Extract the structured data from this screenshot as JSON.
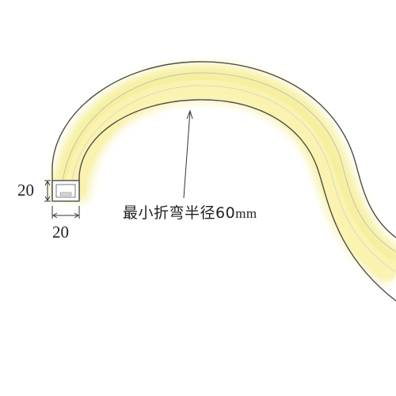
{
  "dimensions": {
    "height_label": "20",
    "width_label": "20"
  },
  "callout": {
    "text_main": "最小折弯半径",
    "text_value": "60",
    "text_unit": "mm"
  },
  "colors": {
    "strip_glow": "#f6ef9a",
    "strip_core": "#fbf6c4",
    "strip_outline": "#555555",
    "leader_line": "#333333"
  }
}
